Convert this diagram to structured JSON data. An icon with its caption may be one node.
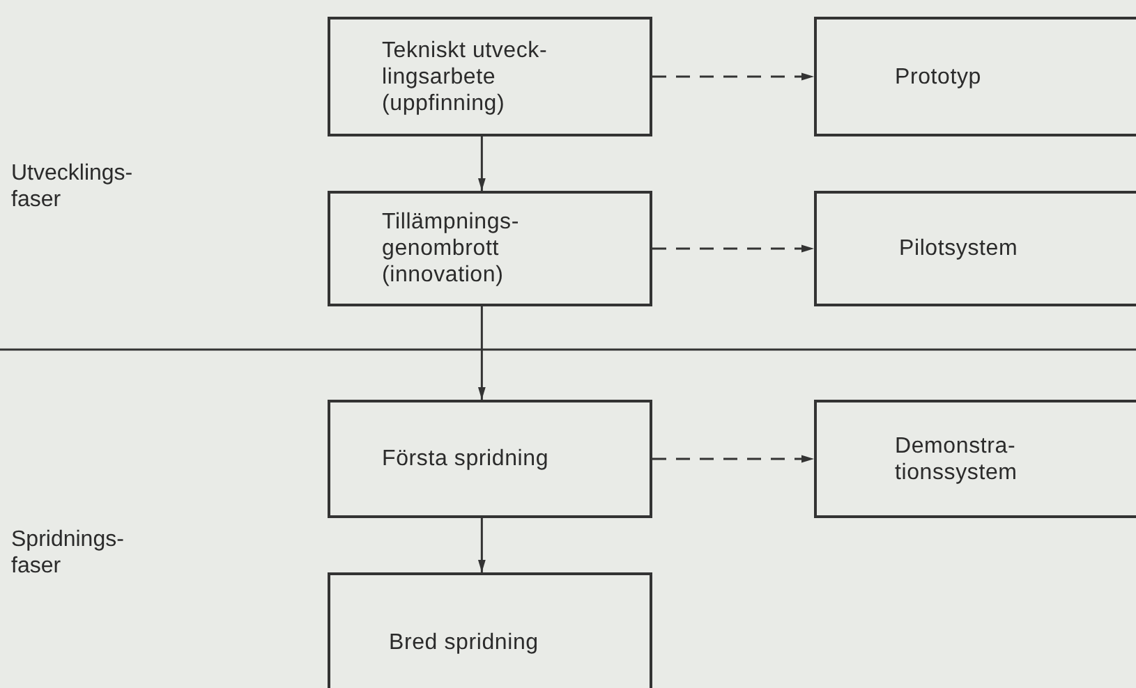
{
  "diagram": {
    "nodes": [
      {
        "text": [
          "Tekniskt utveck- lingsarbete (uppfinning)"
        ]
      },
      {
        "text": [
          "Prototyp"
        ]
      },
      {
        "text": [
          "Tillämpnings- genombrott (innovation)"
        ]
      },
      {
        "text": [
          "Pilotsystem"
        ]
      },
      {
        "text": [
          "Första spridning"
        ]
      },
      {
        "text": [
          "Demonstra- tionssystem"
        ]
      },
      {
        "text": [
          "Bred spridning"
        ]
      }
    ],
    "edges": [
      {
        "from": 0,
        "to": 1,
        "arrow": "to",
        "style": "dashed"
      },
      {
        "from": 0,
        "to": 2,
        "arrow": "to"
      },
      {
        "from": 2,
        "to": 3,
        "arrow": "to",
        "style": "dashed"
      },
      {
        "from": 2,
        "to": 4,
        "arrow": "to"
      },
      {
        "from": 4,
        "to": 5,
        "arrow": "to",
        "style": "dashed"
      },
      {
        "from": 4,
        "to": 6,
        "arrow": "to"
      }
    ],
    "labels": [
      "Utvecklings- faser",
      "Spridnings- faser"
    ]
  }
}
